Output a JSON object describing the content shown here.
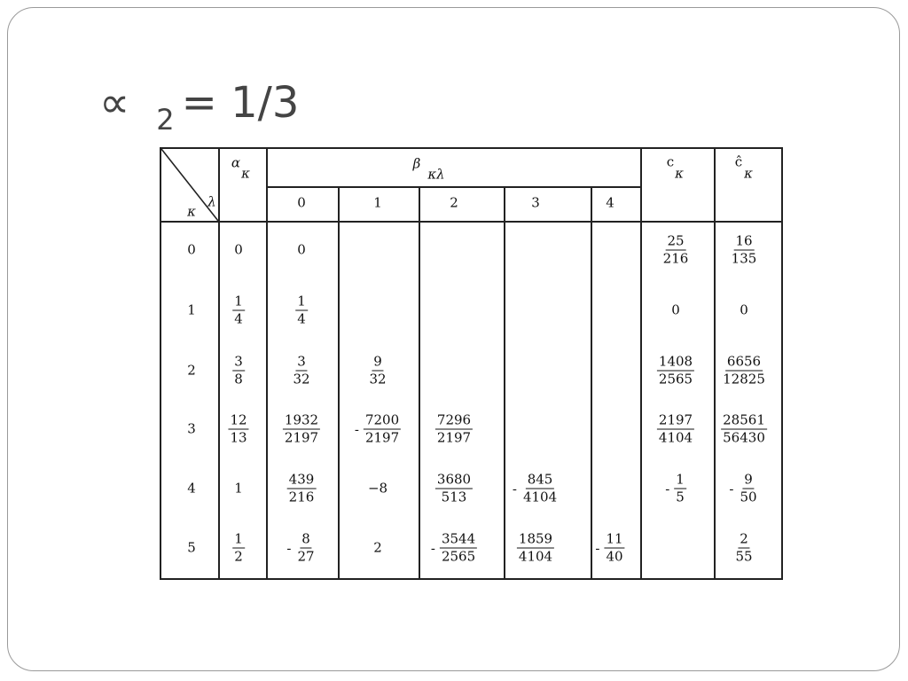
{
  "title": {
    "symbol": "∝",
    "subscript": "2",
    "rest": "= 1/3"
  },
  "table": {
    "corner": {
      "lambda": "λ",
      "kappa": "κ"
    },
    "alpha_header": {
      "symbol": "α",
      "index": "κ"
    },
    "beta_header": {
      "symbol": "β",
      "index": "κλ"
    },
    "c_header": {
      "symbol": "c",
      "index": "κ"
    },
    "chat_header": {
      "symbol": "ĉ",
      "index": "κ"
    },
    "lambda_labels": [
      "0",
      "1",
      "2",
      "3",
      "4"
    ],
    "k_labels": [
      "0",
      "1",
      "2",
      "3",
      "4",
      "5"
    ],
    "alpha": [
      {
        "t": "0"
      },
      {
        "n": "1",
        "d": "4"
      },
      {
        "n": "3",
        "d": "8"
      },
      {
        "n": "12",
        "d": "13"
      },
      {
        "t": "1"
      },
      {
        "n": "1",
        "d": "2"
      }
    ],
    "beta": [
      [
        {
          "t": "0"
        },
        null,
        null,
        null,
        null
      ],
      [
        {
          "n": "1",
          "d": "4"
        },
        null,
        null,
        null,
        null
      ],
      [
        {
          "n": "3",
          "d": "32"
        },
        {
          "n": "9",
          "d": "32"
        },
        null,
        null,
        null
      ],
      [
        {
          "n": "1932",
          "d": "2197"
        },
        {
          "s": "-",
          "n": "7200",
          "d": "2197"
        },
        {
          "n": "7296",
          "d": "2197"
        },
        null,
        null
      ],
      [
        {
          "n": "439",
          "d": "216"
        },
        {
          "t": "−8"
        },
        {
          "n": "3680",
          "d": "513"
        },
        {
          "s": "-",
          "n": "845",
          "d": "4104"
        },
        null
      ],
      [
        {
          "s": "-",
          "n": "8",
          "d": "27"
        },
        {
          "t": "2"
        },
        {
          "s": "-",
          "n": "3544",
          "d": "2565"
        },
        {
          "n": "1859",
          "d": "4104"
        },
        {
          "s": "-",
          "n": "11",
          "d": "40"
        }
      ]
    ],
    "c": [
      {
        "n": "25",
        "d": "216"
      },
      {
        "t": "0"
      },
      {
        "n": "1408",
        "d": "2565"
      },
      {
        "n": "2197",
        "d": "4104"
      },
      {
        "s": "-",
        "n": "1",
        "d": "5"
      },
      null
    ],
    "chat": [
      {
        "n": "16",
        "d": "135"
      },
      {
        "t": "0"
      },
      {
        "n": "6656",
        "d": "12825"
      },
      {
        "n": "28561",
        "d": "56430"
      },
      {
        "s": "-",
        "n": "9",
        "d": "50"
      },
      {
        "n": "2",
        "d": "55"
      }
    ]
  }
}
